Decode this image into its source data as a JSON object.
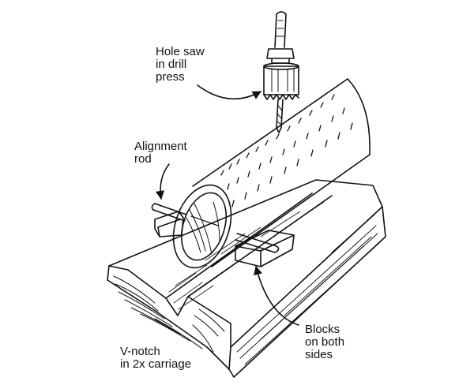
{
  "labels": {
    "hole_saw": [
      "Hole saw",
      "in drill",
      "press"
    ],
    "alignment_rod": [
      "Alignment",
      "rod"
    ],
    "blocks": [
      "Blocks",
      "on both",
      "sides"
    ],
    "v_notch": [
      "V-notch",
      "in 2x carriage"
    ]
  },
  "colors": {
    "ink": "#111111",
    "paper": "#ffffff"
  }
}
